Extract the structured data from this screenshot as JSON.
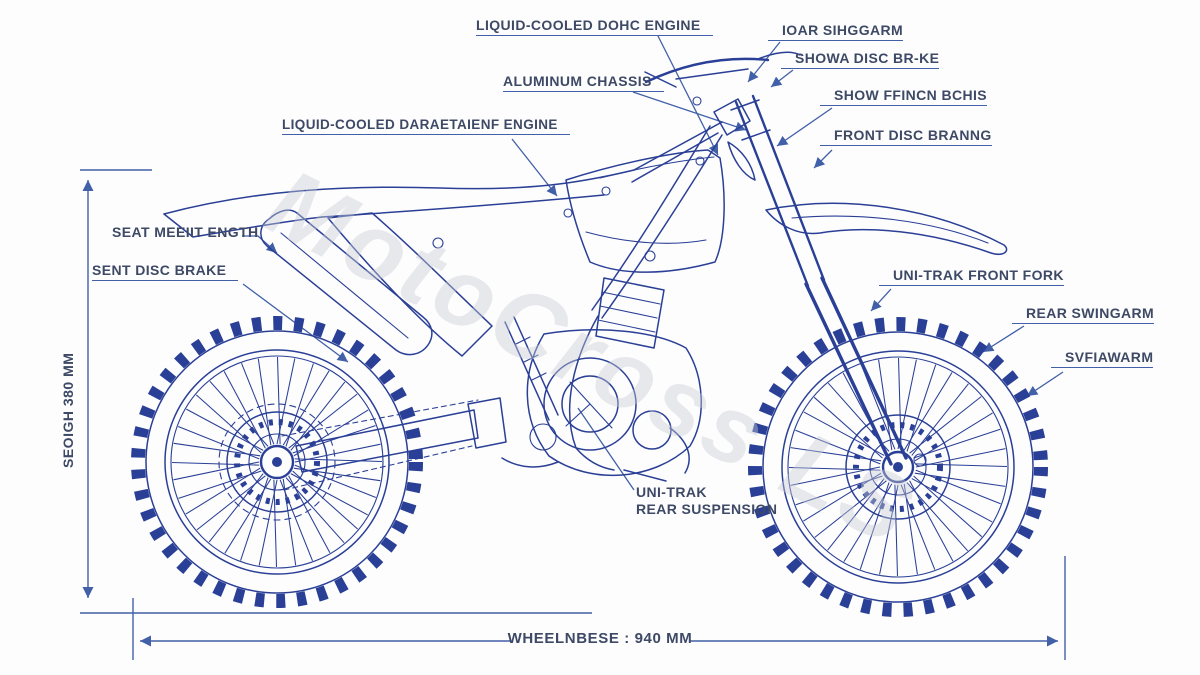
{
  "diagram": {
    "watermark": "MotoCross LS",
    "labels": {
      "dohc_engine": "LIQUID-COOLED DOHC ENGINE",
      "aluminum_chassis": "ALUMINUM CHASSIS",
      "liquid_cooled_engine2": "LIQUID-COOLED DARAETAIENF ENGINE",
      "ioar_sihggarm": "IOAR SIHGGARM",
      "showa_disc_brake": "SHOWA DISC BR-KE",
      "show_ffincn_bchis": "SHOW FFINCN BCHIS",
      "front_disc_braking": "FRONT DISC BRANNG",
      "seat_height_length": "SEAT MEEIIT ENGTH",
      "sent_disc_brake": "SENT DISC BRAKE",
      "height_dimension": "SEOIGH 380 MM",
      "uni_trak_front_fork": "UNI-TRAK FRONT FORK",
      "rear_swingarm": "REAR SWINGARM",
      "svfiawarm": "SVFIAWARM",
      "uni_trak_rear_line1": "UNI-TRAK",
      "uni_trak_rear_line2": "REAR SUSPENSION",
      "wheelbase_dimension": "WHEELNBESE : 940 MM"
    },
    "colors": {
      "line_blue": "#2a3f96",
      "label_navy": "#3d4965",
      "dim_blue": "#4160a8",
      "watermark_gray": "#c9ccd4",
      "background": "#fdfdfe"
    }
  }
}
